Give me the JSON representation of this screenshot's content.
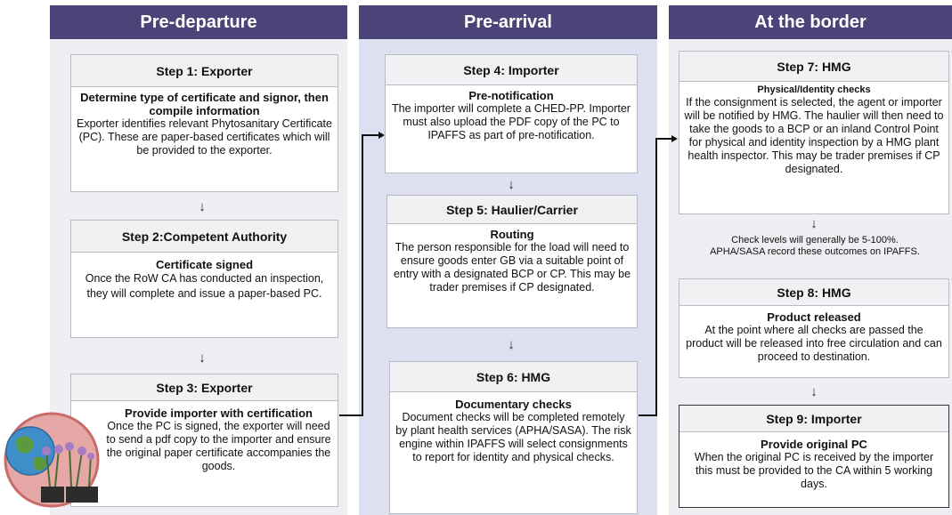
{
  "columns": [
    {
      "header": "Pre-departure"
    },
    {
      "header": "Pre-arrival"
    },
    {
      "header": "At the border"
    }
  ],
  "steps": {
    "s1": {
      "title": "Step 1: Exporter",
      "subtitle": "Determine type of certificate and signor, then compile information",
      "body": "Exporter identifies relevant Phytosanitary Certificate (PC). These are paper-based certificates which will be provided to the exporter."
    },
    "s2": {
      "title": "Step 2:Competent Authority",
      "subtitle": "Certificate signed",
      "body": "Once the RoW CA has conducted an inspection, they will complete and issue a paper-based PC."
    },
    "s3": {
      "title": "Step 3: Exporter",
      "subtitle": "Provide importer with certification",
      "body": "Once the PC is signed, the exporter will need to send a pdf copy to the importer and ensure the original paper certificate accompanies the goods."
    },
    "s4": {
      "title": "Step 4: Importer",
      "subtitle": "Pre-notification",
      "body": "The importer will complete a CHED-PP. Importer must also upload the PDF copy of the PC to IPAFFS as part of pre-notification."
    },
    "s5": {
      "title": "Step 5: Haulier/Carrier",
      "subtitle": "Routing",
      "body": "The person responsible for the load will need to ensure goods enter GB via a suitable point of entry with a designated BCP or CP. This may be trader premises if CP designated."
    },
    "s6": {
      "title": "Step 6: HMG",
      "subtitle": "Documentary checks",
      "body": "Document checks will be completed remotely by plant health services (APHA/SASA). The risk engine within IPAFFS will select consignments to report for identity and physical checks."
    },
    "s7": {
      "title": "Step 7: HMG",
      "subtitle": "Physical/Identity checks",
      "body": "If the consignment is selected,  the agent or importer will be notified by HMG. The haulier will then need to take the goods to a BCP or an inland Control Point for physical and identity inspection by a HMG plant health inspector.  This may be trader premises if CP designated."
    },
    "s8": {
      "title": "Step 8: HMG",
      "subtitle": "Product released",
      "body": "At the point where all checks are passed the product will be released into free circulation and can proceed to destination."
    },
    "s9": {
      "title": "Step 9: Importer",
      "subtitle": "Provide original PC",
      "body": "When the original PC is received by the importer this must be provided to the CA within 5 working days."
    }
  },
  "check_levels_note": "Check levels will generally be 5-100%. APHA/SASA record these outcomes on IPAFFS.",
  "arrow_glyph": "↓",
  "icons": {
    "globe_plants": "globe-with-plants-icon"
  },
  "colors": {
    "header_bg": "#4a4478",
    "col1_bg": "#efeff3",
    "col2_bg": "#dde0f0",
    "col3_bg": "#efeff3"
  }
}
